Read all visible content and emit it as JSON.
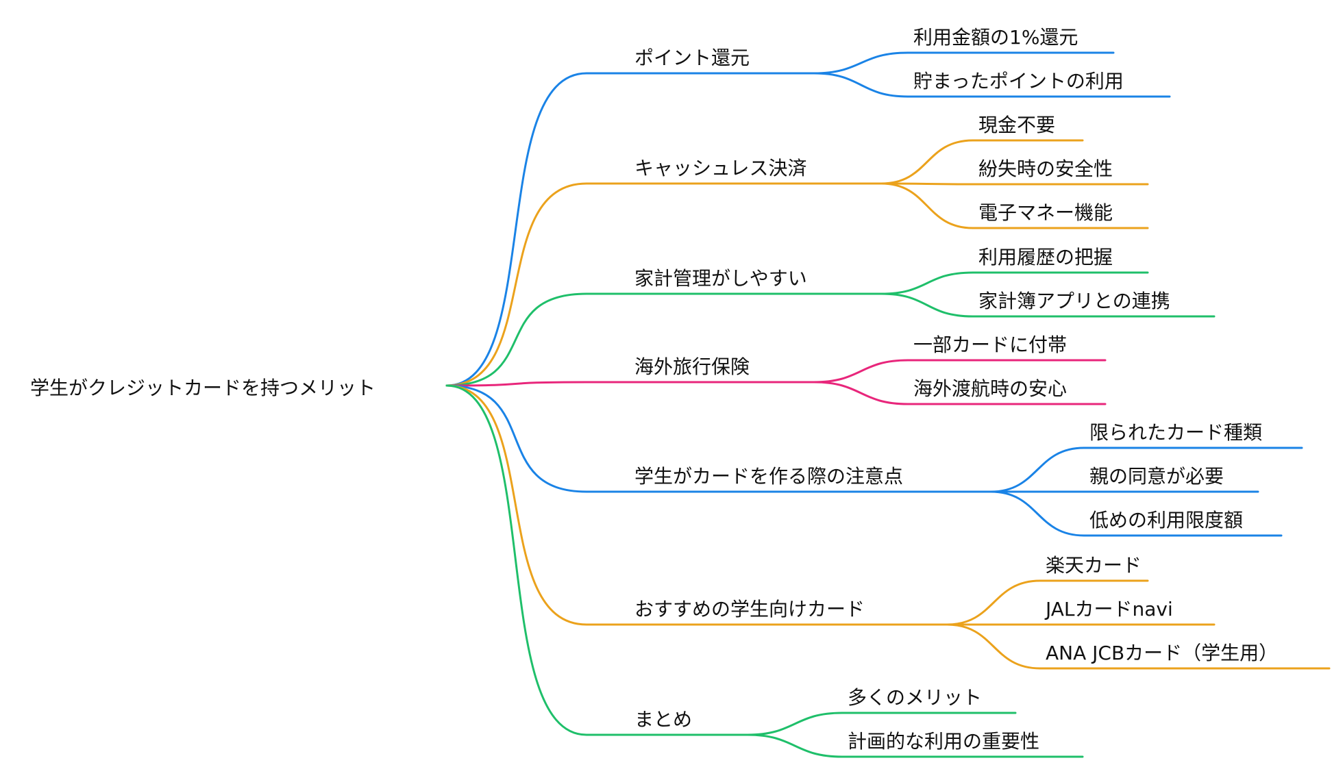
{
  "root": "学生がクレジットカードを持つメリット",
  "colors": {
    "blue": "#1a83e6",
    "orange": "#eba21c",
    "green": "#1fbf6a",
    "pink": "#e8267b"
  },
  "branches": [
    {
      "label": "ポイント還元",
      "color": "blue",
      "children": [
        "利用金額の1%還元",
        "貯まったポイントの利用"
      ]
    },
    {
      "label": "キャッシュレス決済",
      "color": "orange",
      "children": [
        "現金不要",
        "紛失時の安全性",
        "電子マネー機能"
      ]
    },
    {
      "label": "家計管理がしやすい",
      "color": "green",
      "children": [
        "利用履歴の把握",
        "家計簿アプリとの連携"
      ]
    },
    {
      "label": "海外旅行保険",
      "color": "pink",
      "children": [
        "一部カードに付帯",
        "海外渡航時の安心"
      ]
    },
    {
      "label": "学生がカードを作る際の注意点",
      "color": "blue",
      "children": [
        "限られたカード種類",
        "親の同意が必要",
        "低めの利用限度額"
      ]
    },
    {
      "label": "おすすめの学生向けカード",
      "color": "orange",
      "children": [
        "楽天カード",
        "JALカードnavi",
        "ANA JCBカード（学生用）"
      ]
    },
    {
      "label": "まとめ",
      "color": "green",
      "children": [
        "多くのメリット",
        "計画的な利用の重要性"
      ]
    }
  ]
}
